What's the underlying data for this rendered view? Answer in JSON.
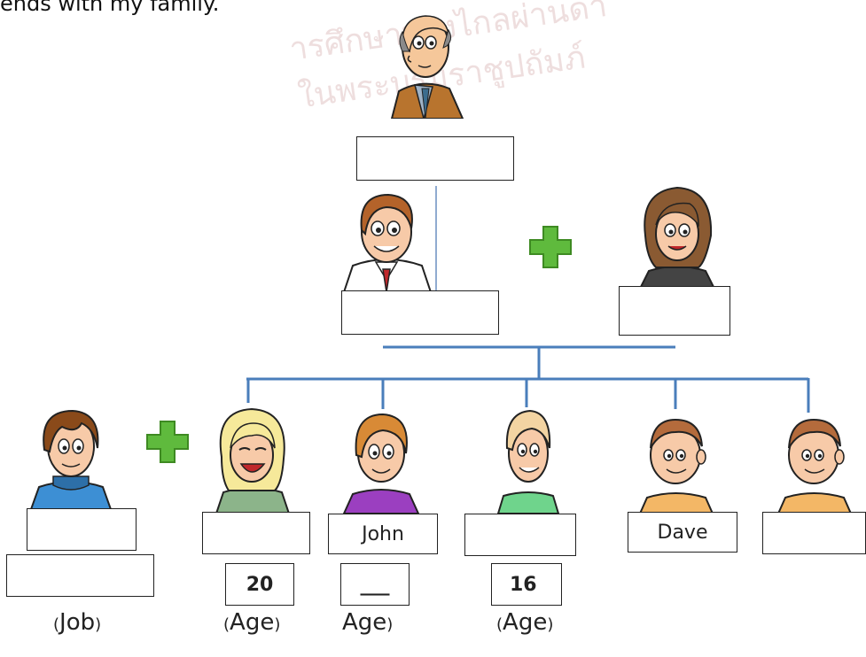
{
  "intro": {
    "text": "ends with my family."
  },
  "watermark": {
    "line1": "ารศึกษาทางไกลผ่านดา",
    "line2": "ในพระบรมราชูปถัมภ์"
  },
  "boxes": {
    "grandfather": "",
    "father": "",
    "mother": "",
    "husband_name": "",
    "husband_job": "",
    "daughter_name": "",
    "son1_name": "John",
    "daughter2_name": "",
    "son2_name": "Dave",
    "son3_name": ""
  },
  "ages": {
    "daughter": "20",
    "son1": "___",
    "daughter2": "16"
  },
  "captions": {
    "job": {
      "open": "(",
      "word": "Job",
      "close": ")"
    },
    "age1": {
      "open": "(",
      "word": "Age",
      "close": ")"
    },
    "age2": {
      "open": "",
      "word": "Age",
      "close": ")"
    },
    "age3": {
      "open": "(",
      "word": "Age",
      "close": ")"
    }
  },
  "colors": {
    "tree_line": "#4a7ebb",
    "plus": "#59b63a",
    "box_border": "#222222"
  },
  "icons": [
    "grandfather-icon",
    "father-icon",
    "mother-icon",
    "husband-icon",
    "daughter-icon",
    "son-john-icon",
    "daughter-teen-icon",
    "son-dave-icon",
    "son-boy-icon",
    "plus-icon"
  ]
}
